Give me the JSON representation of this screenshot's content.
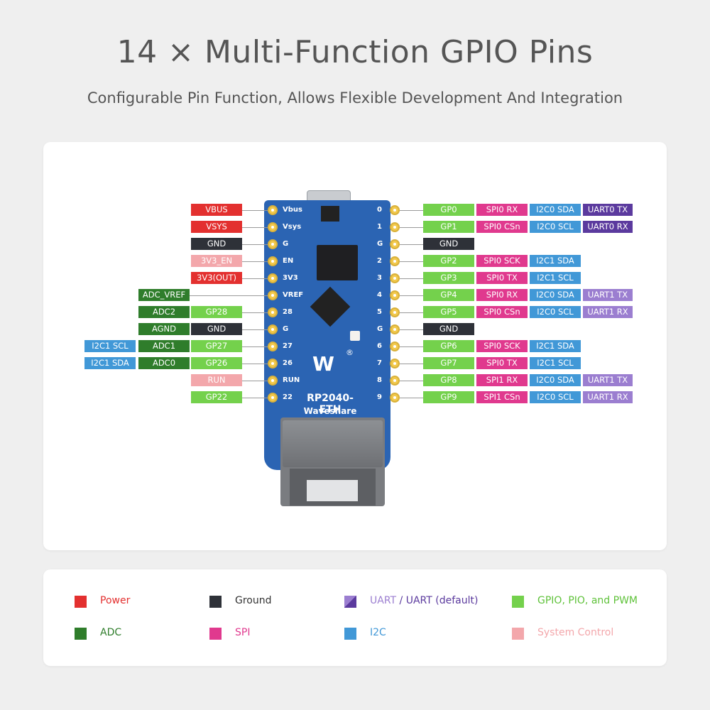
{
  "header": {
    "title": "14 × Multi-Function GPIO Pins",
    "subtitle": "Configurable Pin Function, Allows Flexible Development And Integration"
  },
  "board": {
    "brand_mark": "W",
    "name": "RP2040-ETH",
    "maker": "Waveshare",
    "left_silk": [
      "Vbus",
      "Vsys",
      "G",
      "EN",
      "3V3",
      "VREF",
      "28",
      "G",
      "27",
      "26",
      "RUN",
      "22"
    ],
    "right_silk": [
      "0",
      "1",
      "G",
      "2",
      "3",
      "4",
      "5",
      "G",
      "6",
      "7",
      "8",
      "9"
    ]
  },
  "left_pins": [
    {
      "tags": [
        {
          "text": "VBUS",
          "cat": "power"
        }
      ]
    },
    {
      "tags": [
        {
          "text": "VSYS",
          "cat": "power"
        }
      ]
    },
    {
      "tags": [
        {
          "text": "GND",
          "cat": "ground"
        }
      ]
    },
    {
      "tags": [
        {
          "text": "3V3_EN",
          "cat": "sysctl"
        }
      ]
    },
    {
      "tags": [
        {
          "text": "3V3(OUT)",
          "cat": "power"
        }
      ]
    },
    {
      "tags": [
        {
          "text": "ADC_VREF",
          "cat": "adc"
        }
      ]
    },
    {
      "tags": [
        {
          "text": "GP28",
          "cat": "gpio"
        },
        {
          "text": "ADC2",
          "cat": "adc"
        }
      ]
    },
    {
      "tags": [
        {
          "text": "GND",
          "cat": "ground"
        },
        {
          "text": "AGND",
          "cat": "adc"
        }
      ]
    },
    {
      "tags": [
        {
          "text": "GP27",
          "cat": "gpio"
        },
        {
          "text": "ADC1",
          "cat": "adc"
        },
        {
          "text": "I2C1 SCL",
          "cat": "i2c"
        }
      ]
    },
    {
      "tags": [
        {
          "text": "GP26",
          "cat": "gpio"
        },
        {
          "text": "ADC0",
          "cat": "adc"
        },
        {
          "text": "I2C1 SDA",
          "cat": "i2c"
        }
      ]
    },
    {
      "tags": [
        {
          "text": "RUN",
          "cat": "sysctl"
        }
      ]
    },
    {
      "tags": [
        {
          "text": "GP22",
          "cat": "gpio"
        }
      ]
    }
  ],
  "right_pins": [
    {
      "tags": [
        {
          "text": "GP0",
          "cat": "gpio"
        },
        {
          "text": "SPI0 RX",
          "cat": "spi"
        },
        {
          "text": "I2C0 SDA",
          "cat": "i2c"
        },
        {
          "text": "UART0 TX",
          "cat": "uartd"
        }
      ]
    },
    {
      "tags": [
        {
          "text": "GP1",
          "cat": "gpio"
        },
        {
          "text": "SPI0 CSn",
          "cat": "spi"
        },
        {
          "text": "I2C0 SCL",
          "cat": "i2c"
        },
        {
          "text": "UART0 RX",
          "cat": "uartd"
        }
      ]
    },
    {
      "tags": [
        {
          "text": "GND",
          "cat": "ground"
        }
      ]
    },
    {
      "tags": [
        {
          "text": "GP2",
          "cat": "gpio"
        },
        {
          "text": "SPI0 SCK",
          "cat": "spi"
        },
        {
          "text": "I2C1 SDA",
          "cat": "i2c"
        }
      ]
    },
    {
      "tags": [
        {
          "text": "GP3",
          "cat": "gpio"
        },
        {
          "text": "SPI0 TX",
          "cat": "spi"
        },
        {
          "text": "I2C1 SCL",
          "cat": "i2c"
        }
      ]
    },
    {
      "tags": [
        {
          "text": "GP4",
          "cat": "gpio"
        },
        {
          "text": "SPI0 RX",
          "cat": "spi"
        },
        {
          "text": "I2C0 SDA",
          "cat": "i2c"
        },
        {
          "text": "UART1 TX",
          "cat": "uart"
        }
      ]
    },
    {
      "tags": [
        {
          "text": "GP5",
          "cat": "gpio"
        },
        {
          "text": "SPI0 CSn",
          "cat": "spi"
        },
        {
          "text": "I2C0 SCL",
          "cat": "i2c"
        },
        {
          "text": "UART1 RX",
          "cat": "uart"
        }
      ]
    },
    {
      "tags": [
        {
          "text": "GND",
          "cat": "ground"
        }
      ]
    },
    {
      "tags": [
        {
          "text": "GP6",
          "cat": "gpio"
        },
        {
          "text": "SPI0 SCK",
          "cat": "spi"
        },
        {
          "text": "I2C1 SDA",
          "cat": "i2c"
        }
      ]
    },
    {
      "tags": [
        {
          "text": "GP7",
          "cat": "gpio"
        },
        {
          "text": "SPI0 TX",
          "cat": "spi"
        },
        {
          "text": "I2C1 SCL",
          "cat": "i2c"
        }
      ]
    },
    {
      "tags": [
        {
          "text": "GP8",
          "cat": "gpio"
        },
        {
          "text": "SPI1 RX",
          "cat": "spi"
        },
        {
          "text": "I2C0 SDA",
          "cat": "i2c"
        },
        {
          "text": "UART1 TX",
          "cat": "uart"
        }
      ]
    },
    {
      "tags": [
        {
          "text": "GP9",
          "cat": "gpio"
        },
        {
          "text": "SPI1 CSn",
          "cat": "spi"
        },
        {
          "text": "I2C0 SCL",
          "cat": "i2c"
        },
        {
          "text": "UART1 RX",
          "cat": "uart"
        }
      ]
    }
  ],
  "legend": {
    "power": "Power",
    "ground": "Ground",
    "uart_a": "UART",
    "uart_sep": " / ",
    "uart_b": "UART (default)",
    "gpio": "GPIO, PIO, and PWM",
    "adc": "ADC",
    "spi": "SPI",
    "i2c": "I2C",
    "sysctl": "System Control"
  },
  "colors": {
    "power": "#e3302f",
    "ground": "#2e3138",
    "adc": "#2f7d2b",
    "gpio": "#74d14c",
    "spi": "#e0398e",
    "i2c": "#4198d7",
    "uart": "#9b7ed0",
    "uart_default": "#5b3a9e",
    "system_control": "#f3a7ab",
    "board": "#2b64b3"
  }
}
